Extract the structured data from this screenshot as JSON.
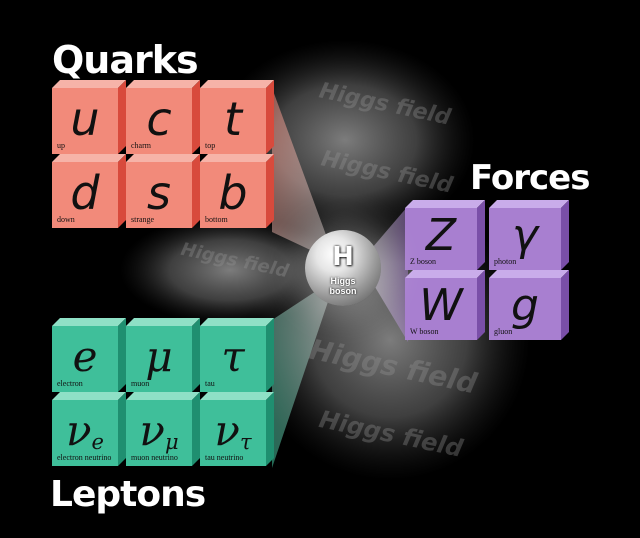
{
  "titles": {
    "quarks": "Quarks",
    "forces": "Forces",
    "leptons": "Leptons"
  },
  "quarks": [
    {
      "symbol": "u",
      "name": "up"
    },
    {
      "symbol": "c",
      "name": "charm"
    },
    {
      "symbol": "t",
      "name": "top"
    },
    {
      "symbol": "d",
      "name": "down"
    },
    {
      "symbol": "s",
      "name": "strange"
    },
    {
      "symbol": "b",
      "name": "bottom"
    }
  ],
  "leptons": [
    {
      "symbol": "e",
      "sub": "",
      "name": "electron"
    },
    {
      "symbol": "μ",
      "sub": "",
      "name": "muon"
    },
    {
      "symbol": "τ",
      "sub": "",
      "name": "tau"
    },
    {
      "symbol": "ν",
      "sub": "e",
      "name": "electron neutrino"
    },
    {
      "symbol": "ν",
      "sub": "μ",
      "name": "muon neutrino"
    },
    {
      "symbol": "ν",
      "sub": "τ",
      "name": "tau neutrino"
    }
  ],
  "forces": [
    {
      "symbol": "Z",
      "name": "Z boson"
    },
    {
      "symbol": "γ",
      "name": "photon"
    },
    {
      "symbol": "W",
      "name": "W boson"
    },
    {
      "symbol": "g",
      "name": "gluon"
    }
  ],
  "higgs": {
    "symbol": "H",
    "name": "Higgs boson"
  },
  "field_text": "Higgs field",
  "colors": {
    "quark_face": "#f28a7a",
    "quark_side": "#d84a3c",
    "quark_top": "#f6b3a8",
    "lepton_face": "#3fbf9a",
    "lepton_side": "#1f8f70",
    "lepton_top": "#8fe0c6",
    "force_face": "#a87fd0",
    "force_side": "#7a4fa8",
    "force_top": "#c9acea"
  }
}
